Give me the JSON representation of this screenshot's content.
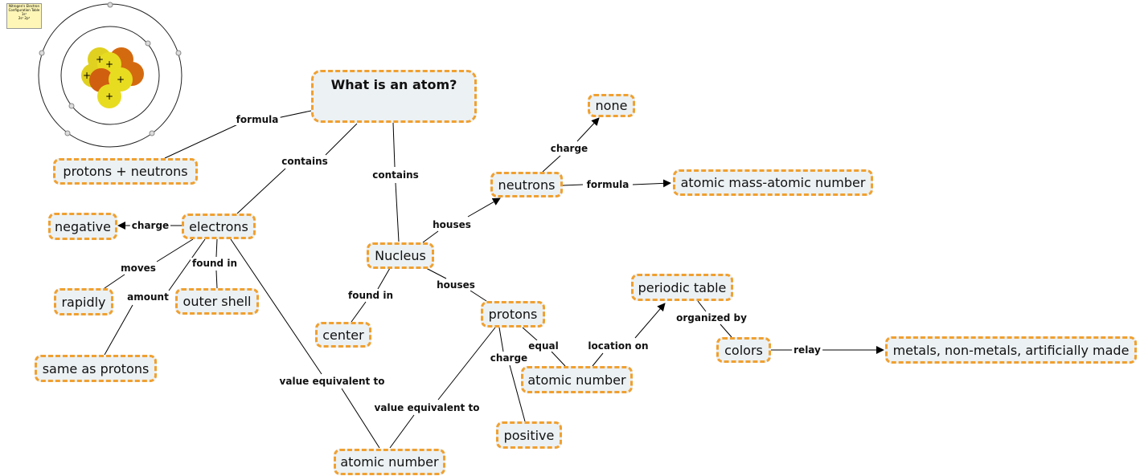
{
  "note": {
    "title": "Nitrogen's Electron Configuration Table",
    "line1": "1s²",
    "line2": "2s² 2p³"
  },
  "nodes": {
    "main": "What is an atom?",
    "pn": "protons + neutrons",
    "negative": "negative",
    "electrons": "electrons",
    "rapidly": "rapidly",
    "outer_shell": "outer shell",
    "same": "same as protons",
    "nucleus": "Nucleus",
    "center": "center",
    "atomic_number_bottom": "atomic number",
    "neutrons": "neutrons",
    "none": "none",
    "mass": "atomic mass-atomic number",
    "protons": "protons",
    "positive": "positive",
    "atomic_number_mid": "atomic number",
    "periodic": "periodic table",
    "colors": "colors",
    "metals": "metals, non-metals, artificially made"
  },
  "links": {
    "formula1": "formula",
    "contains1": "contains",
    "contains2": "contains",
    "charge1": "charge",
    "moves": "moves",
    "found_in1": "found in",
    "amount": "amount",
    "value_eq1": "value equivalent to",
    "found_in2": "found in",
    "houses1": "houses",
    "houses2": "houses",
    "charge2": "charge",
    "formula2": "formula",
    "charge3": "charge",
    "equal": "equal",
    "location_on": "location on",
    "organized_by": "organized by",
    "relay": "relay",
    "value_eq2": "value equivalent to"
  }
}
